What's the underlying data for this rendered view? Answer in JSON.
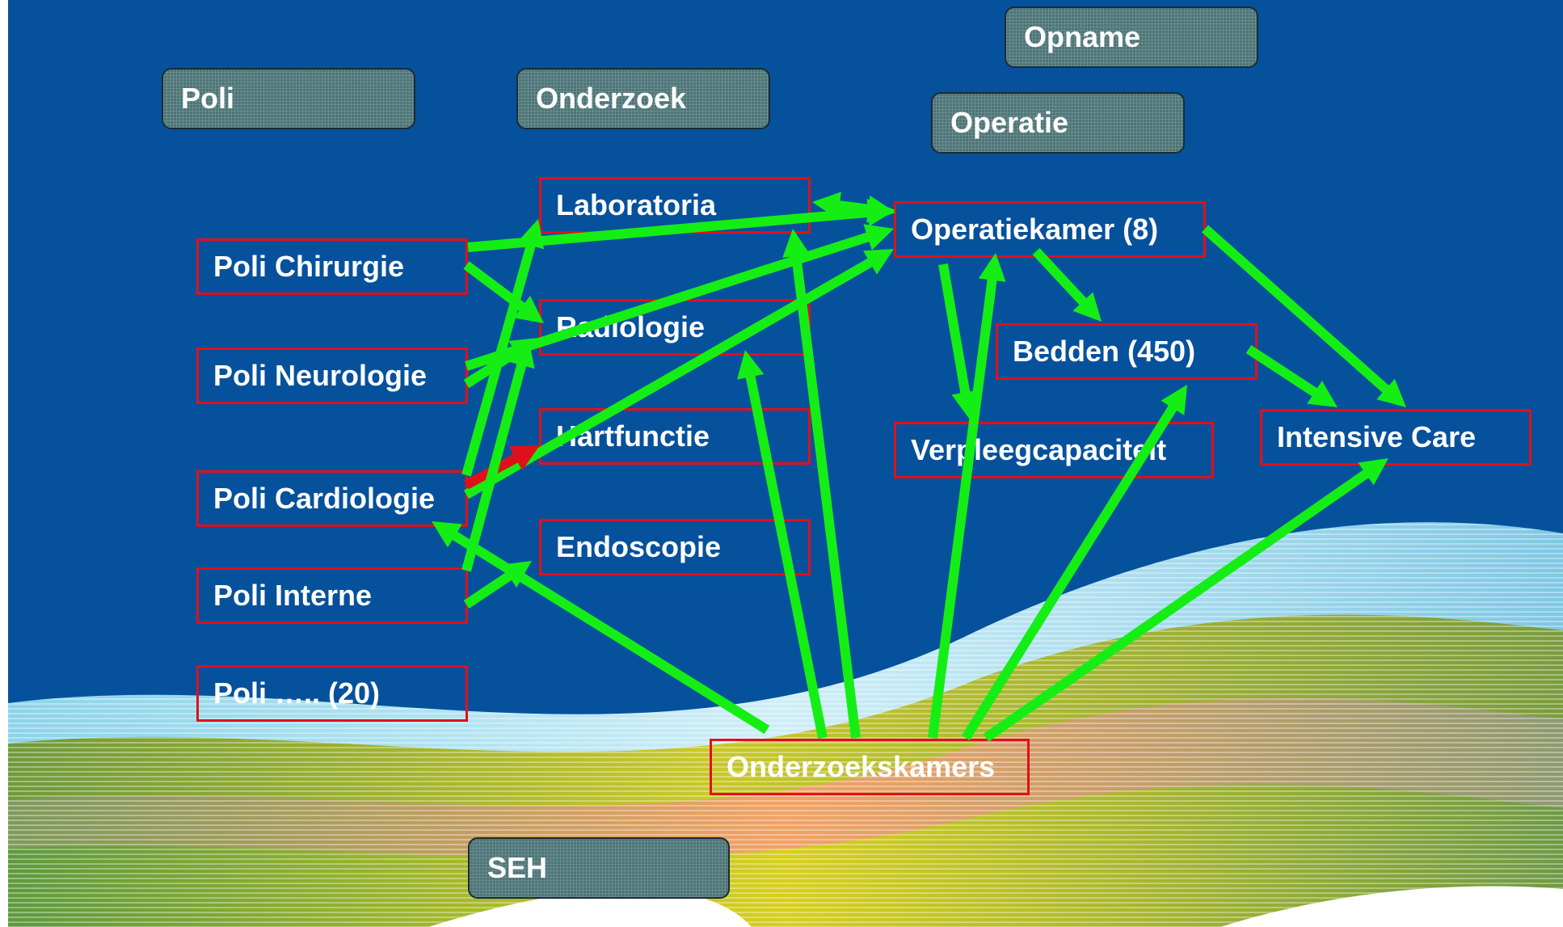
{
  "colors": {
    "background": "#06519c",
    "header_fill": "#4d7577",
    "node_border": "#e0101a",
    "arrow": "#15ee15",
    "arrow_accent": "#e0101a",
    "text": "#ffffff"
  },
  "headers": {
    "poli": "Poli",
    "onderzoek": "Onderzoek",
    "opname": "Opname",
    "operatie": "Operatie",
    "seh": "SEH"
  },
  "nodes": {
    "poli_chirurgie": "Poli Chirurgie",
    "poli_neurologie": "Poli Neurologie",
    "poli_cardiologie": "Poli Cardiologie",
    "poli_interne": "Poli Interne",
    "poli_other": "Poli …..  (20)",
    "laboratoria": "Laboratoria",
    "radiologie": "Radiologie",
    "hartfunctie": "Hartfunctie",
    "endoscopie": "Endoscopie",
    "operatiekamer": "Operatiekamer (8)",
    "bedden": "Bedden (450)",
    "verpleegcapaciteit": "Verpleegcapaciteit",
    "intensive_care": "Intensive Care",
    "onderzoekskamers": "Onderzoekskamers"
  }
}
